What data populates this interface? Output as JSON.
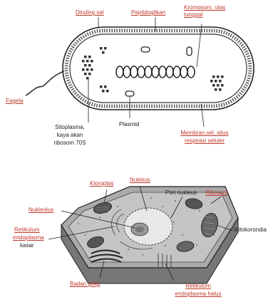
{
  "bacteria_labels": {
    "dinding_sel": "Dinding sel",
    "peptidoglikan": "Peptidoglikan",
    "kromosom_1": "Kromosom, utas",
    "kromosom_2": "tunggal",
    "flagela": "Fagela",
    "sitoplasma_1": "Sitoplasma,",
    "sitoplasma_2": "kaya akan",
    "sitoplasma_3": "ribosom 70S",
    "plasmid": "Plasmid",
    "membran_1": "Membran sel, situs",
    "membran_2": "respirasi seluler"
  },
  "plant_labels": {
    "kloroplas": "Kloroplas",
    "nukleus": "Nukleus",
    "pori_nukleus": "Pori nukleus",
    "ribosom": "Ribosom",
    "nukleolus": "Nukleolus",
    "mitokondria": "Mitokorondia",
    "re_kasar_1": "Retikulum",
    "re_kasar_2": "endoplasma",
    "re_kasar_3": "kasar",
    "badan_golgi": "Badan golgi",
    "re_halus_1": "Retikulum",
    "re_halus_2": "endoplasma halus"
  }
}
